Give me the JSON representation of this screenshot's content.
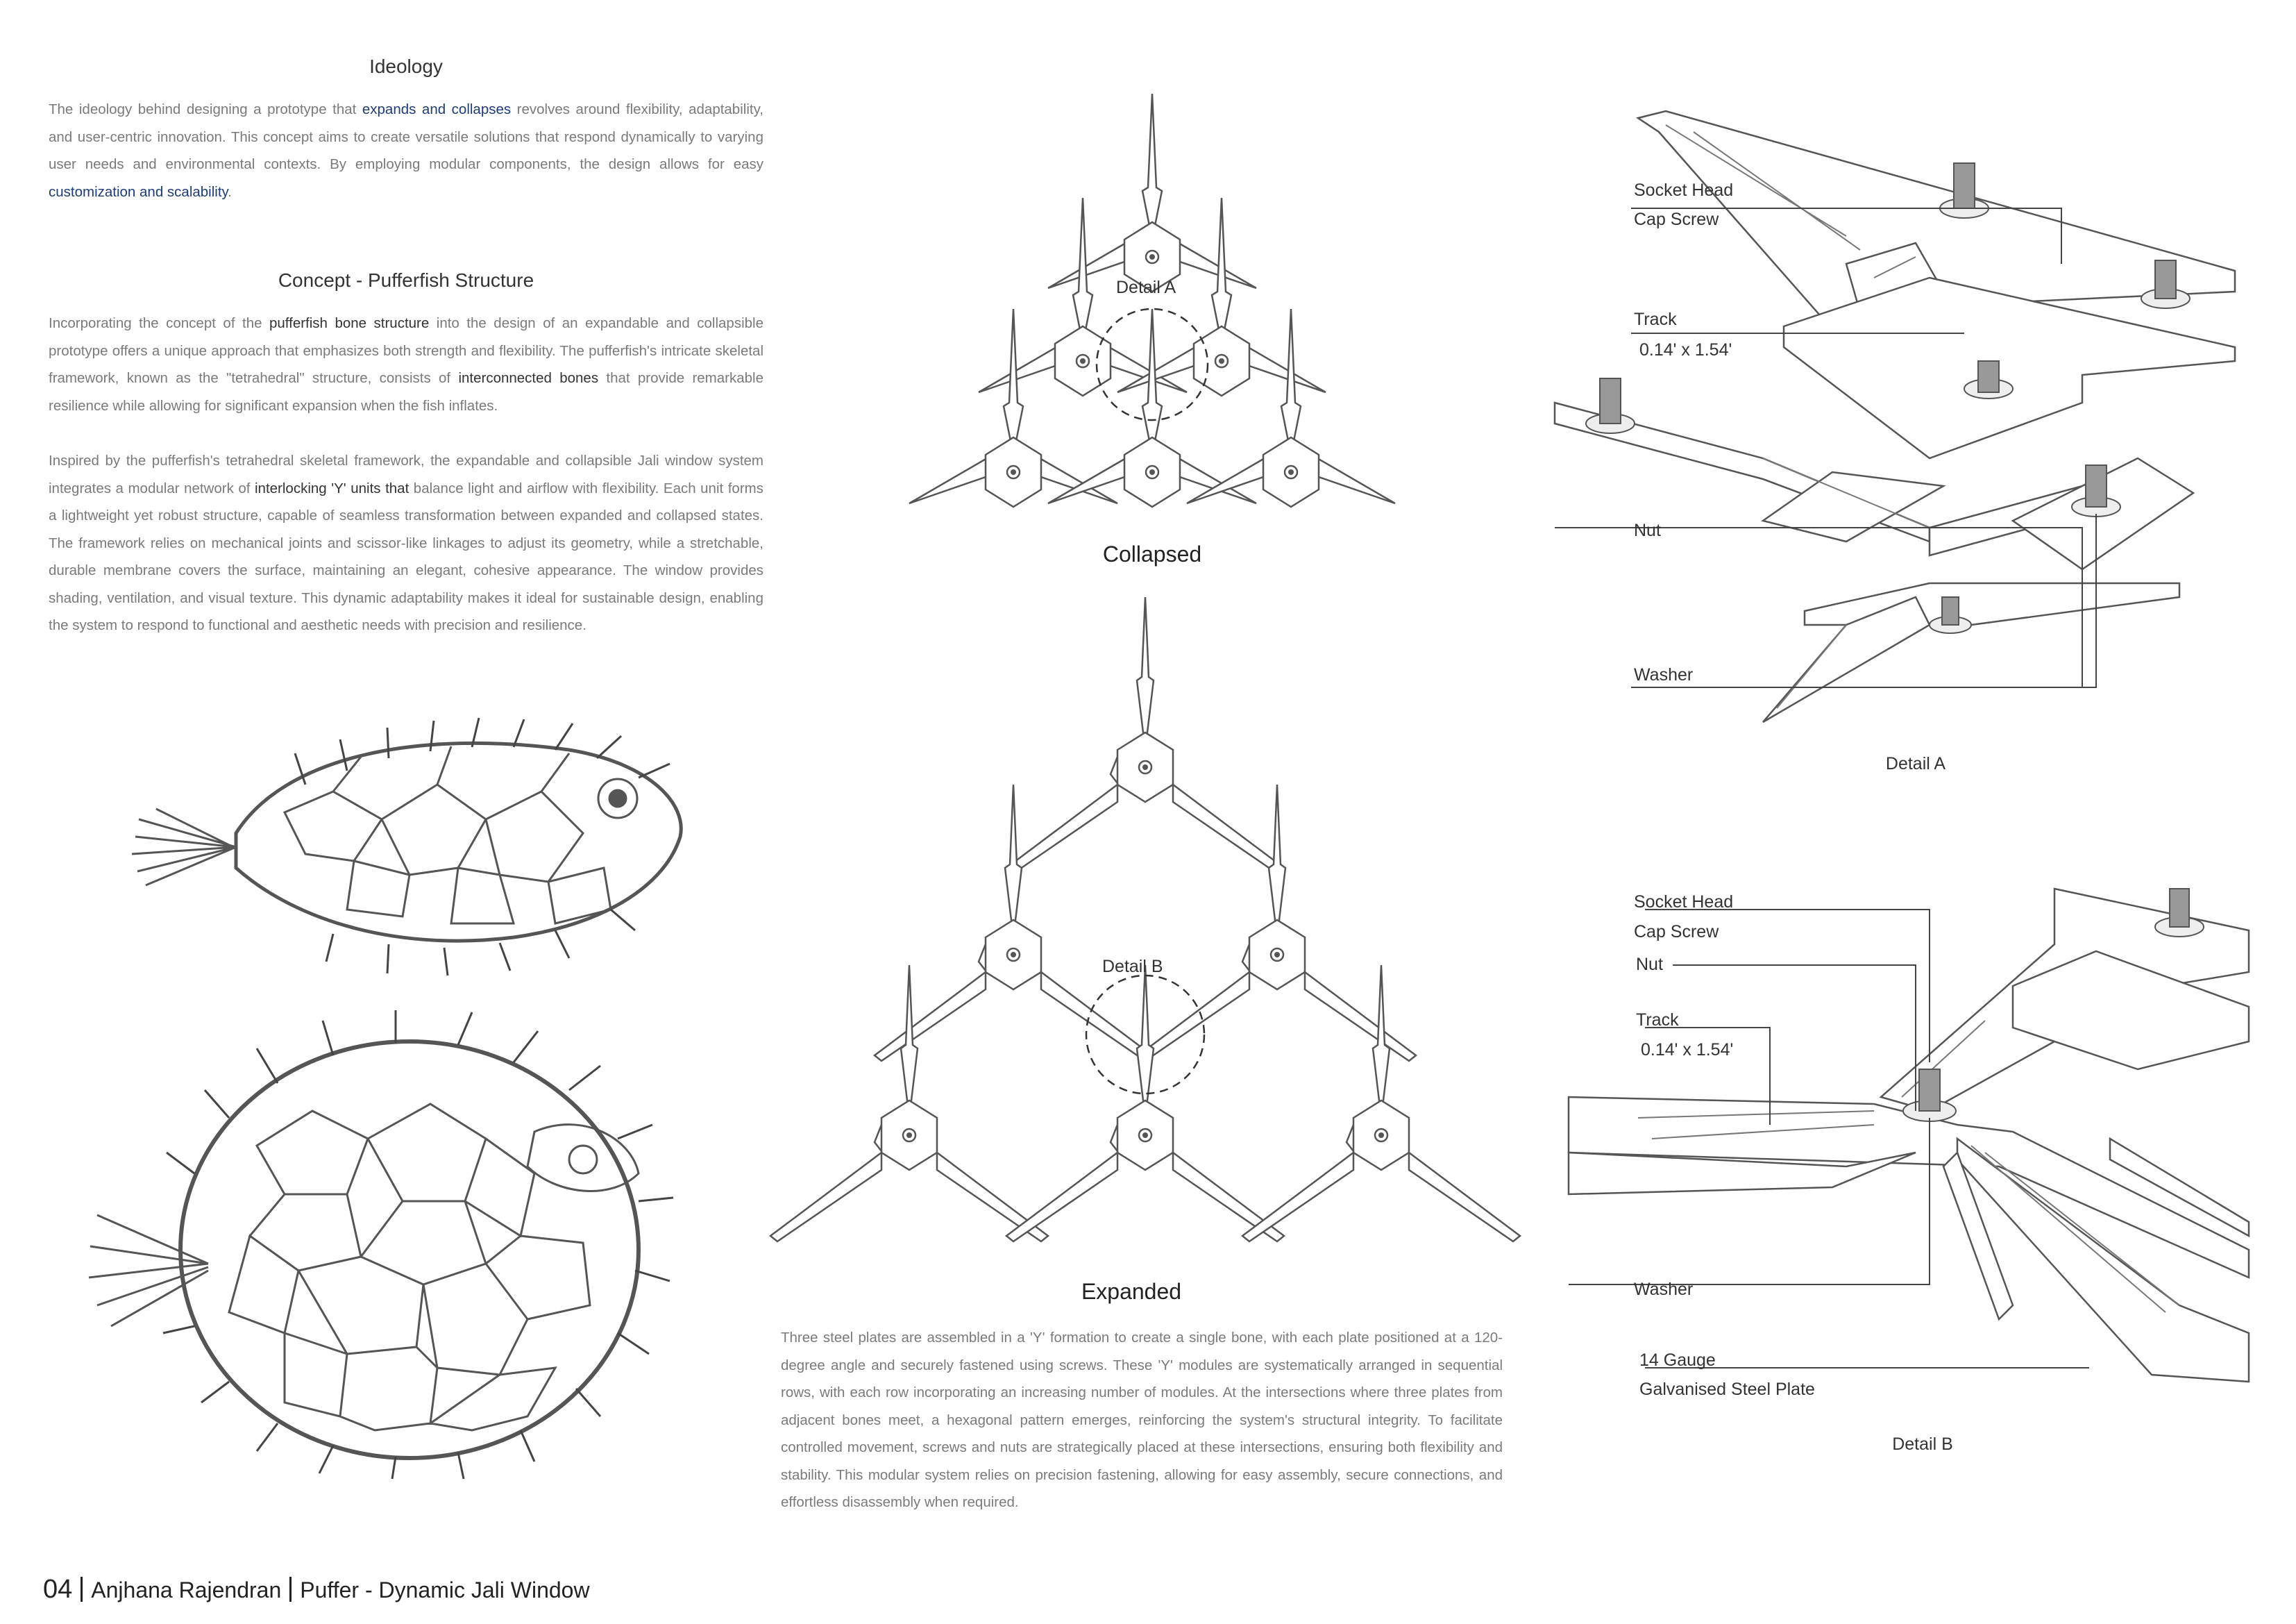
{
  "ideology": {
    "heading": "Ideology",
    "p1": "The ideology behind designing a prototype that ",
    "h1": "expands and collapses",
    "p2": " revolves around flexibility, adaptability, and user-centric innovation. This concept aims to create versatile solutions that respond dynamically to varying user needs and environmental contexts. By employing modular components, the design allows for easy ",
    "h2": "customization and scalability",
    "p3": "."
  },
  "concept": {
    "heading": "Concept - Pufferfish Structure",
    "a1": "Incorporating the concept of the ",
    "ah1": "pufferfish bone structure",
    "a2": " into the design of an expandable and collapsible prototype offers a unique approach that emphasizes both strength and flexibility. The pufferfish's intricate skeletal framework, known as the \"tetrahedral\" structure, consists of ",
    "ah2": "interconnected bones",
    "a3": " that provide remarkable resilience while allowing for significant expansion when the fish inflates.",
    "b1": "Inspired by the pufferfish's tetrahedral skeletal framework, the expandable and collapsible Jali window system integrates a modular network of ",
    "bh1": "interlocking 'Y' units that",
    "b2": " balance light and airflow with flexibility. Each unit forms a lightweight yet robust structure, capable of seamless transformation between expanded and collapsed states. The framework relies on mechanical joints and scissor-like linkages to adjust its geometry, while a stretchable, durable membrane covers the surface, maintaining an elegant, cohesive appearance. The window provides shading, ventilation, and visual texture. This dynamic adaptability makes it ideal for sustainable design, enabling the system to respond to functional and aesthetic needs with precision and resilience."
  },
  "collapsed": {
    "caption": "Collapsed",
    "detail_label": "Detail A"
  },
  "expanded": {
    "caption": "Expanded",
    "detail_label": "Detail B",
    "description": "Three steel plates are assembled in a 'Y' formation to create a single bone, with each plate positioned at a 120-degree angle and securely fastened using screws. These 'Y' modules are systematically arranged in sequential rows, with each row incorporating an increasing number of modules. At the intersections where three plates from adjacent bones meet, a hexagonal pattern emerges, reinforcing the system's structural integrity. To facilitate controlled movement, screws and nuts are strategically placed at these intersections, ensuring both flexibility and stability. This modular system relies on precision fastening, allowing for easy assembly, secure connections, and effortless disassembly when required."
  },
  "detail_a": {
    "caption": "Detail A",
    "labels": {
      "screw1": "Socket Head",
      "screw2": "Cap Screw",
      "track": "Track",
      "track_dim": "0.14' x 1.54'",
      "nut": "Nut",
      "washer": "Washer"
    }
  },
  "detail_b": {
    "caption": "Detail B",
    "labels": {
      "screw1": "Socket Head",
      "screw2": "Cap Screw",
      "nut": "Nut",
      "track": "Track",
      "track_dim": "0.14' x 1.54'",
      "washer": "Washer",
      "plate1": "14 Gauge",
      "plate2": "Galvanised Steel Plate"
    }
  },
  "footer": {
    "page": "04",
    "author": "Anjhana Rajendran",
    "project": "Puffer - Dynamic Jali Window"
  }
}
